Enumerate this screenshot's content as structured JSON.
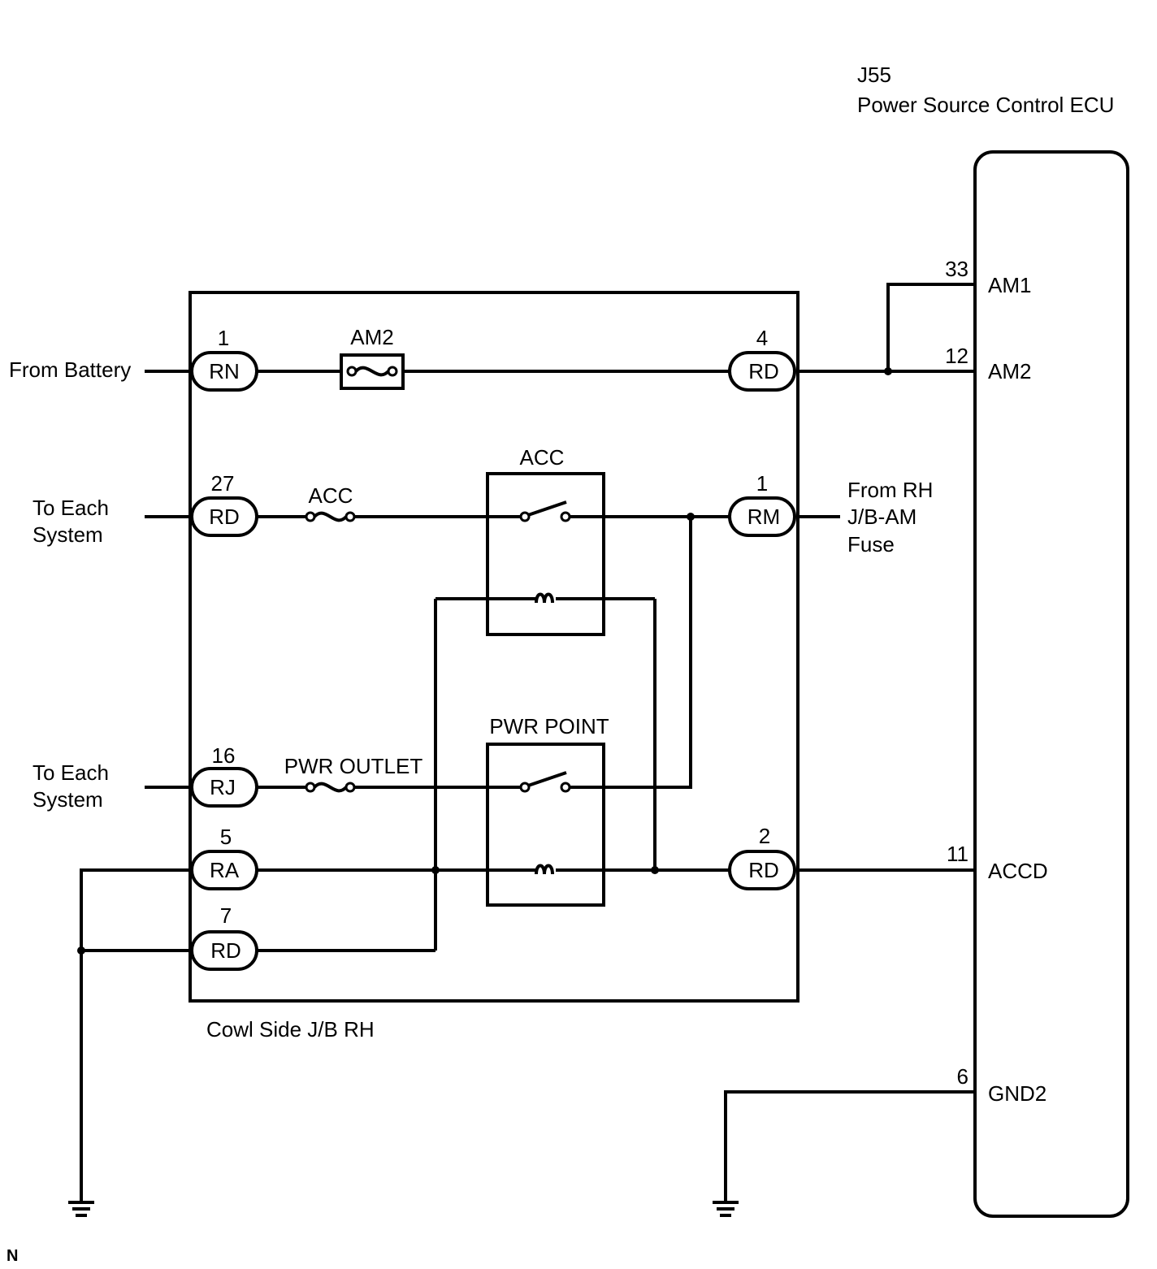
{
  "ecu": {
    "code": "J55",
    "name": "Power Source Control ECU",
    "pins": [
      {
        "num": "33",
        "name": "AM1"
      },
      {
        "num": "12",
        "name": "AM2"
      },
      {
        "num": "11",
        "name": "ACCD"
      },
      {
        "num": "6",
        "name": "GND2"
      }
    ]
  },
  "junction_block": {
    "name": "Cowl Side J/B RH",
    "connectors": [
      {
        "num": "1",
        "code": "RN"
      },
      {
        "num": "4",
        "code": "RD"
      },
      {
        "num": "27",
        "code": "RD"
      },
      {
        "num": "1",
        "code": "RM"
      },
      {
        "num": "16",
        "code": "RJ"
      },
      {
        "num": "5",
        "code": "RA"
      },
      {
        "num": "2",
        "code": "RD"
      },
      {
        "num": "7",
        "code": "RD"
      }
    ],
    "fuses": [
      "AM2",
      "ACC",
      "PWR OUTLET"
    ],
    "relays": [
      "ACC",
      "PWR POINT"
    ]
  },
  "labels": {
    "from_battery": "From Battery",
    "to_each_1": "To Each",
    "to_each_2": "System",
    "from_rh_1": "From RH",
    "from_rh_2": "J/B-AM",
    "from_rh_3": "Fuse",
    "corner": "N"
  }
}
